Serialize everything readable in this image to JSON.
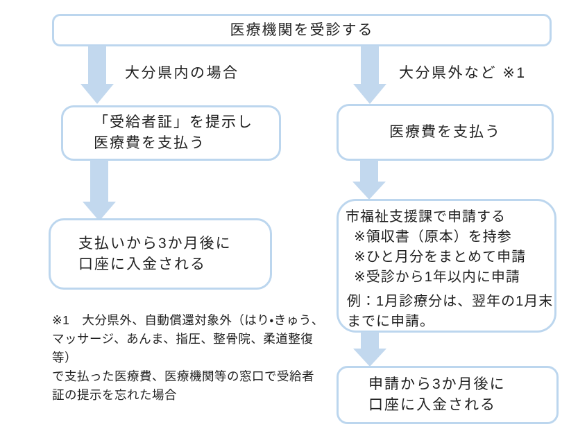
{
  "colors": {
    "box_border": "#bcd6ee",
    "arrow_fill": "#c2d8ee",
    "text": "#1f1f1f",
    "background": "#ffffff"
  },
  "flowchart": {
    "start": "医療機関を受診する",
    "branch_left": {
      "label": "大分県内の場合",
      "pay": "「受給者証」を提示し\n医療費を支払う",
      "deposit": "支払いから3か月後に\n口座に入金される"
    },
    "branch_right": {
      "label": "大分県外など ※1",
      "pay": "医療費を支払う",
      "apply": {
        "title": "市福祉支援課で申請する",
        "note1": "※領収書（原本）を持参",
        "note2": "※ひと月分をまとめて申請",
        "note3": "※受診から1年以内に申請",
        "example1": "例：1月診療分は、翌年の1月末",
        "example2": "までに申請。"
      },
      "deposit": "申請から3か月後に\n口座に入金される"
    },
    "footnote": "※1　大分県外、自動償還対象外（はり・きゅう、\nマッサージ、あんま、指圧、整骨院、柔道整復等）\nで支払った医療費、医療機関等の窓口で受給者\n証の提示を忘れた場合"
  }
}
